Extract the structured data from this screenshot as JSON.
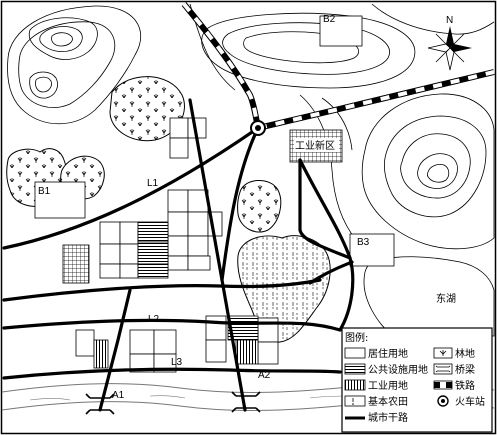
{
  "map": {
    "area_labels": {
      "b1": "B1",
      "b2": "B2",
      "b3": "B3",
      "industrial_zone": "工业新区",
      "lake": "东湖"
    },
    "road_labels": {
      "l1": "L1",
      "l2": "L2",
      "l3": "L3"
    },
    "bridge_labels": {
      "a1": "A1",
      "a2": "A2"
    },
    "compass": {
      "north": "N"
    },
    "legend": {
      "title": "图例:",
      "items": {
        "residential": "居住用地",
        "forest": "林地",
        "public_facilities": "公共设施用地",
        "bridge": "桥梁",
        "industrial": "工业用地",
        "railway": "铁路",
        "farmland": "基本农田",
        "station": "火车站",
        "arterial": "城市干路"
      }
    },
    "colors": {
      "ink": "#000000",
      "paper": "#ffffff",
      "water": "#777777"
    }
  }
}
